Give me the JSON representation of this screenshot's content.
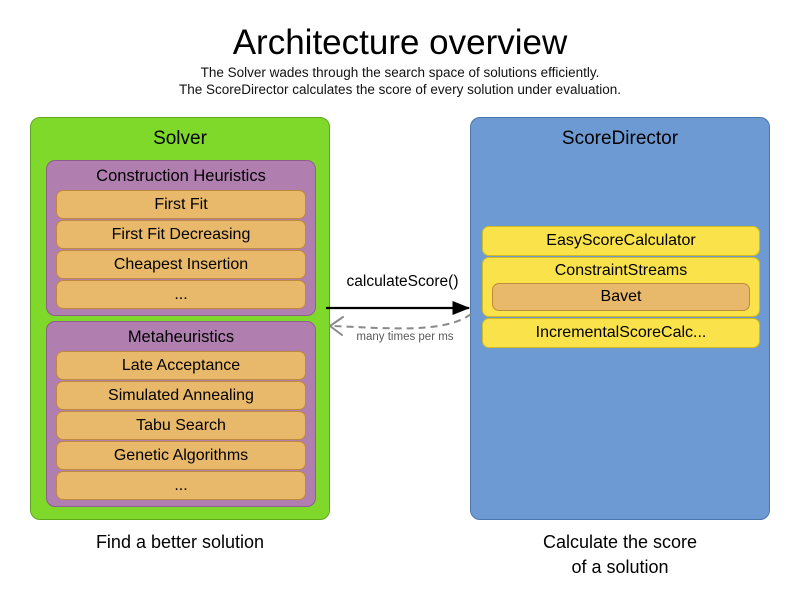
{
  "header": {
    "title": "Architecture overview",
    "subtitle_line_1": "The Solver wades through the search space of solutions efficiently.",
    "subtitle_line_2": "The ScoreDirector calculates the score of every solution under evaluation."
  },
  "solver": {
    "title": "Solver",
    "caption": "Find a better solution",
    "color": "#7FD92B",
    "groups": [
      {
        "title": "Construction Heuristics",
        "color": "#B07FB0",
        "items": [
          {
            "label": "First Fit"
          },
          {
            "label": "First Fit Decreasing"
          },
          {
            "label": "Cheapest Insertion"
          },
          {
            "label": "..."
          }
        ]
      },
      {
        "title": "Metaheuristics",
        "color": "#B07FB0",
        "items": [
          {
            "label": "Late Acceptance"
          },
          {
            "label": "Simulated Annealing"
          },
          {
            "label": "Tabu Search"
          },
          {
            "label": "Genetic Algorithms"
          },
          {
            "label": "..."
          }
        ]
      }
    ]
  },
  "score_director": {
    "title": "ScoreDirector",
    "caption_line_1": "Calculate the score",
    "caption_line_2": "of a solution",
    "color": "#6E9AD4",
    "calculators": [
      {
        "label": "EasyScoreCalculator"
      },
      {
        "label": "ConstraintStreams",
        "child": {
          "label": "Bavet"
        }
      },
      {
        "label": "IncrementalScoreCalc..."
      }
    ]
  },
  "connector": {
    "forward_label": "calculateScore()",
    "return_label": "many times per ms",
    "forward_color": "#000000",
    "return_color": "#808080"
  },
  "palette": {
    "green": "#7FD92B",
    "purple": "#B07FB0",
    "orange": "#E9B96B",
    "blue": "#6E9AD4",
    "yellow": "#FAE24B",
    "background": "#FFFFFF"
  }
}
